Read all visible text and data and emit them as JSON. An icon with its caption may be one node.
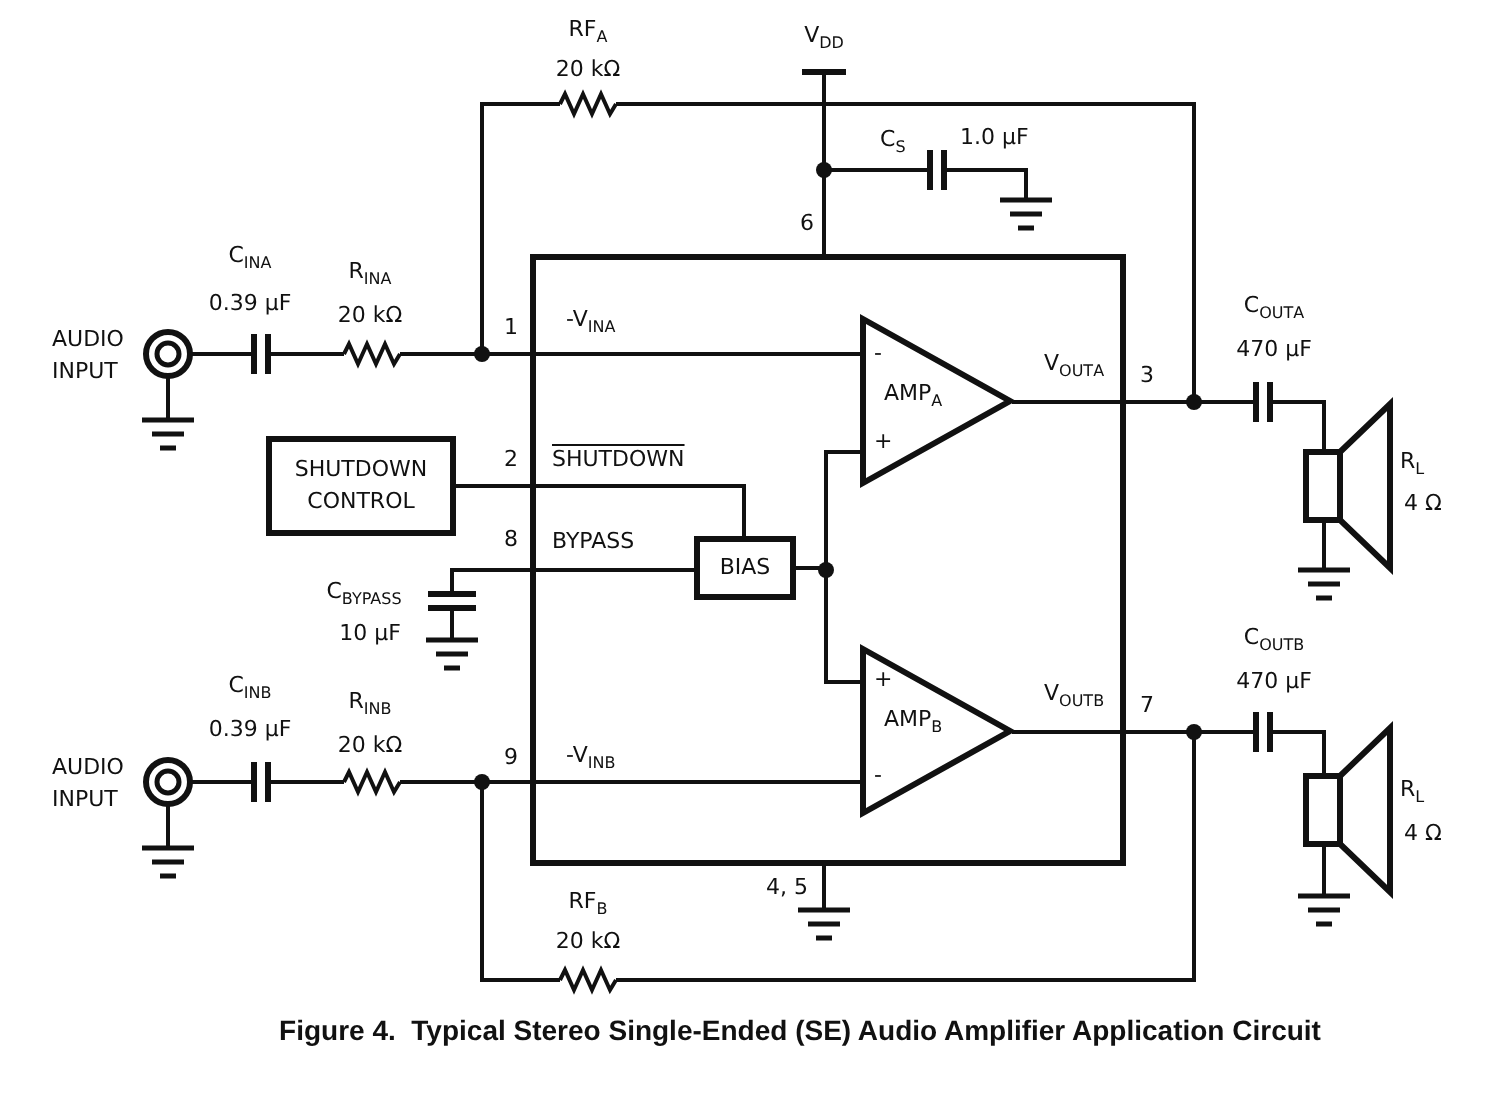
{
  "diagram": {
    "caption": "Figure 4.  Typical Stereo Single-Ended (SE) Audio Amplifier Application Circuit",
    "nodes": [
      {
        "text": [
          "-V$_{IN}$$_{A}$",
          "SHUTDOWN",
          "BYPASS",
          "-V$_{IN}$$_{B}$",
          "V$_{OUT}$$_{A}$",
          "V$_{OUT}$$_{B}$"
        ]
      },
      {
        "text": [
          "-",
          "AMP$_{A}$",
          "+"
        ],
        "in": 0
      },
      {
        "text": [
          "SHUTDOWN CONTROL"
        ]
      },
      {
        "text": [
          "BIAS"
        ],
        "in": 0
      },
      {
        "text": [
          "+",
          "AMP$_{B}$",
          "-"
        ],
        "in": 0
      }
    ],
    "edges": [
      {
        "from": 2,
        "to": 3,
        "arrow": "none"
      },
      {
        "from": 3,
        "to": 1,
        "arrow": "none"
      },
      {
        "from": 3,
        "to": 4,
        "arrow": "none"
      }
    ],
    "labels": [
      "RF$_{A}$",
      "20 kΩ",
      "V$_{DD}$",
      "C$_{S}$",
      "1.0 μF",
      "6",
      "C$_{IN}$$_{A}$",
      "0.39 μF",
      "R$_{IN}$$_{A}$",
      "20 kΩ",
      "1",
      "AUDIO INPUT",
      "C$_{OUT}$$_{A}$",
      "470 μF",
      "3",
      "R$_{L}$",
      "4 Ω",
      "2",
      "8",
      "C$_{BYPASS}$",
      "10 μF",
      "C$_{OUT}$$_{B}$",
      "470 μF",
      "7",
      "C$_{IN}$$_{B}$",
      "0.39 μF",
      "R$_{IN}$$_{B}$",
      "20 kΩ",
      "9",
      "AUDIO INPUT",
      "R$_{L}$",
      "4 Ω",
      "4, 5",
      "RF$_{B}$",
      "20 kΩ"
    ]
  }
}
